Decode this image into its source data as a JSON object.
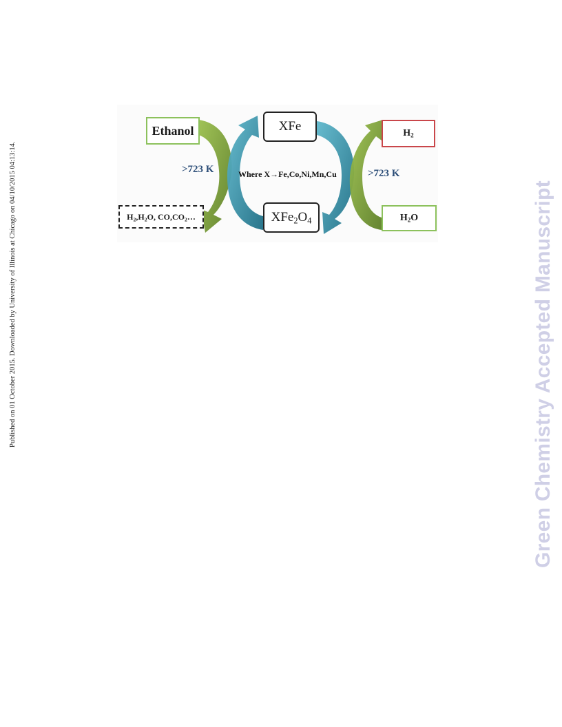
{
  "side_note": "Published on 01 October 2015. Downloaded by University of Illinois at Chicago on 04/10/2015 04:13:14.",
  "watermark": "Green Chemistry Accepted Manuscript",
  "diagram": {
    "nodes": {
      "ethanol": "Ethanol",
      "products": {
        "h2": "H",
        "h2_sub": "2",
        "h2o_h": ",H",
        "h2o_sub": "2",
        "h2o_o": "O, CO,CO",
        "co2_sub": "2",
        "tail": "…"
      },
      "xfe": "XFe",
      "xfe2o4": {
        "x": "XFe",
        "sub1": "2",
        "o": "O",
        "sub2": "4"
      },
      "h2": {
        "h": "H",
        "sub": "2"
      },
      "h2o": {
        "h": "H",
        "sub": "2",
        "o": "O"
      }
    },
    "labels": {
      "temp_left": ">723 K",
      "temp_right": ">723 K",
      "where": "Where X→Fe,Co,Ni,Mn,Cu"
    },
    "colors": {
      "green_arrow": "#7ea03a",
      "teal_arrow": "#2f8ea5",
      "red_border": "#c9464a",
      "green_border": "#8cc15c",
      "text_blue": "#2c4e78"
    }
  }
}
